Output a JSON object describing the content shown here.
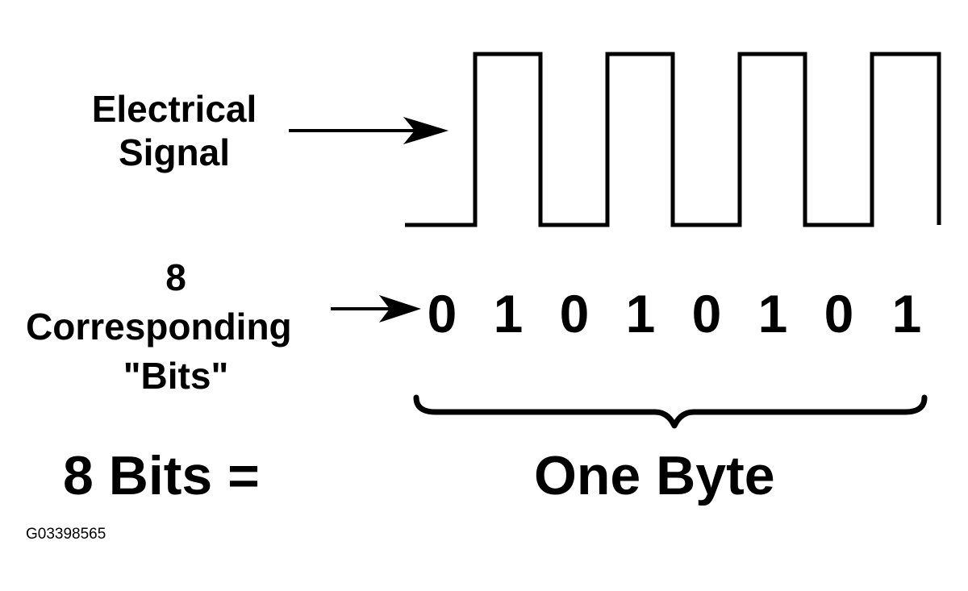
{
  "signal_label": {
    "line1": "Electrical",
    "line2": "Signal"
  },
  "bits_label": {
    "line1": "8",
    "line2": "Corresponding",
    "line3": "\"Bits\""
  },
  "bits": [
    "0",
    "1",
    "0",
    "1",
    "0",
    "1",
    "0",
    "1"
  ],
  "equation": {
    "left": "8 Bits =",
    "right": "One Byte"
  },
  "figure_id": "G03398565",
  "colors": {
    "ink": "#000000",
    "background": "#ffffff"
  }
}
